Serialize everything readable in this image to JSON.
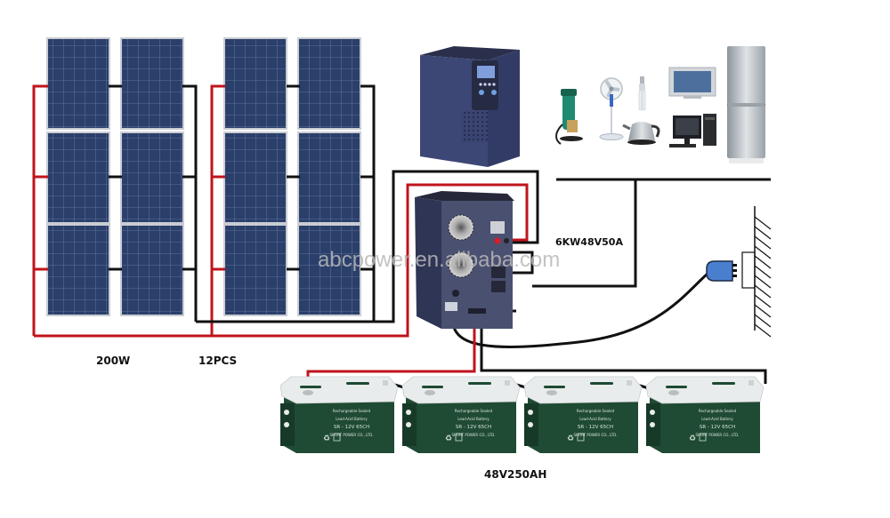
{
  "diagram": {
    "title": "Off-grid solar power system wiring",
    "watermark": "abcpower.en.alibaba.com",
    "colors": {
      "positive_wire": "#c0141c",
      "negative_wire": "#111111",
      "panel_cell": "#2b3f6b",
      "panel_frame": "#c9cdd3",
      "inverter_body": "#3a4470",
      "battery_body": "#1f4a33",
      "battery_lid": "#e9ecec",
      "plug": "#4a7fd0"
    },
    "solar_array": {
      "label_power": "200W",
      "label_count": "12PCS",
      "panel_count": 12,
      "groups": 2,
      "rows": 3,
      "columns_per_group": 2
    },
    "controller": {
      "name": "Solar charge controller / inverter (front)",
      "icon": "lcd-display-icon"
    },
    "inverter": {
      "label": "6KW48V50A",
      "parts": [
        "cooling-fan",
        "cooling-fan",
        "dc-terminal",
        "ac-outlet",
        "ac-outlet",
        "power-switch"
      ]
    },
    "battery_bank": {
      "label": "48V250AH",
      "battery_count": 4,
      "battery_face_text": [
        "Rechargeable Sealed",
        "Lead-Acid Battery",
        "SR - 12V 65CH",
        "SHORT POWER CO., LTD."
      ]
    },
    "loads": {
      "items": [
        "Water pump",
        "Standing fan",
        "CFL bulb",
        "Electric kettle",
        "LCD TV",
        "Desktop computer",
        "Refrigerator"
      ]
    },
    "grid": {
      "items": [
        "Power plug",
        "Wall socket"
      ]
    }
  }
}
